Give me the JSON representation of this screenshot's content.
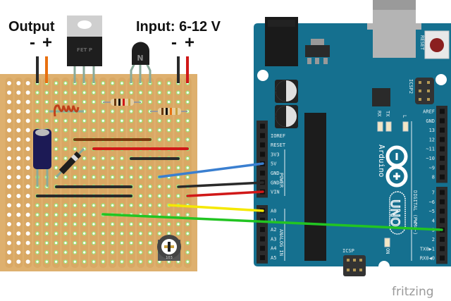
{
  "labels": {
    "output": "Output",
    "output_minus": "-",
    "output_plus": "+",
    "input": "Input: 6-12 V",
    "input_minus": "-",
    "input_plus": "+"
  },
  "components": {
    "fet": "FET P",
    "transistor": "N",
    "pot_marking": "103"
  },
  "arduino": {
    "name": "Arduino",
    "model": "UNO",
    "reset": "RESET",
    "icsp2": "ICSP2",
    "icsp": "ICSP",
    "rx": "RX",
    "tx": "TX",
    "l": "L",
    "on": "ON",
    "power_group": "POWER",
    "analog_group": "ANALOG IN",
    "digital_group": "DIGITAL (PWM=~)",
    "power_pins": [
      "",
      "IOREF",
      "RESET",
      "3V3",
      "5V",
      "GND",
      "GND",
      "VIN"
    ],
    "analog_pins": [
      "A0",
      "A1",
      "A2",
      "A3",
      "A4",
      "A5"
    ],
    "digital_pins_high": [
      "AREF",
      "GND",
      "13",
      "12",
      "~11",
      "~10",
      "~9",
      "8"
    ],
    "digital_pins_low": [
      "7",
      "~6",
      "~5",
      "4",
      "~3",
      "2",
      "TX0▶1",
      "RX0◀0"
    ]
  },
  "wire_colors": {
    "blue": "#3a7fd0",
    "black": "#2a2a2a",
    "red": "#d01818",
    "yellow": "#f5e800",
    "green": "#22c422",
    "orange": "#e87010",
    "brown": "#7a3a10"
  },
  "brand": "fritzing"
}
